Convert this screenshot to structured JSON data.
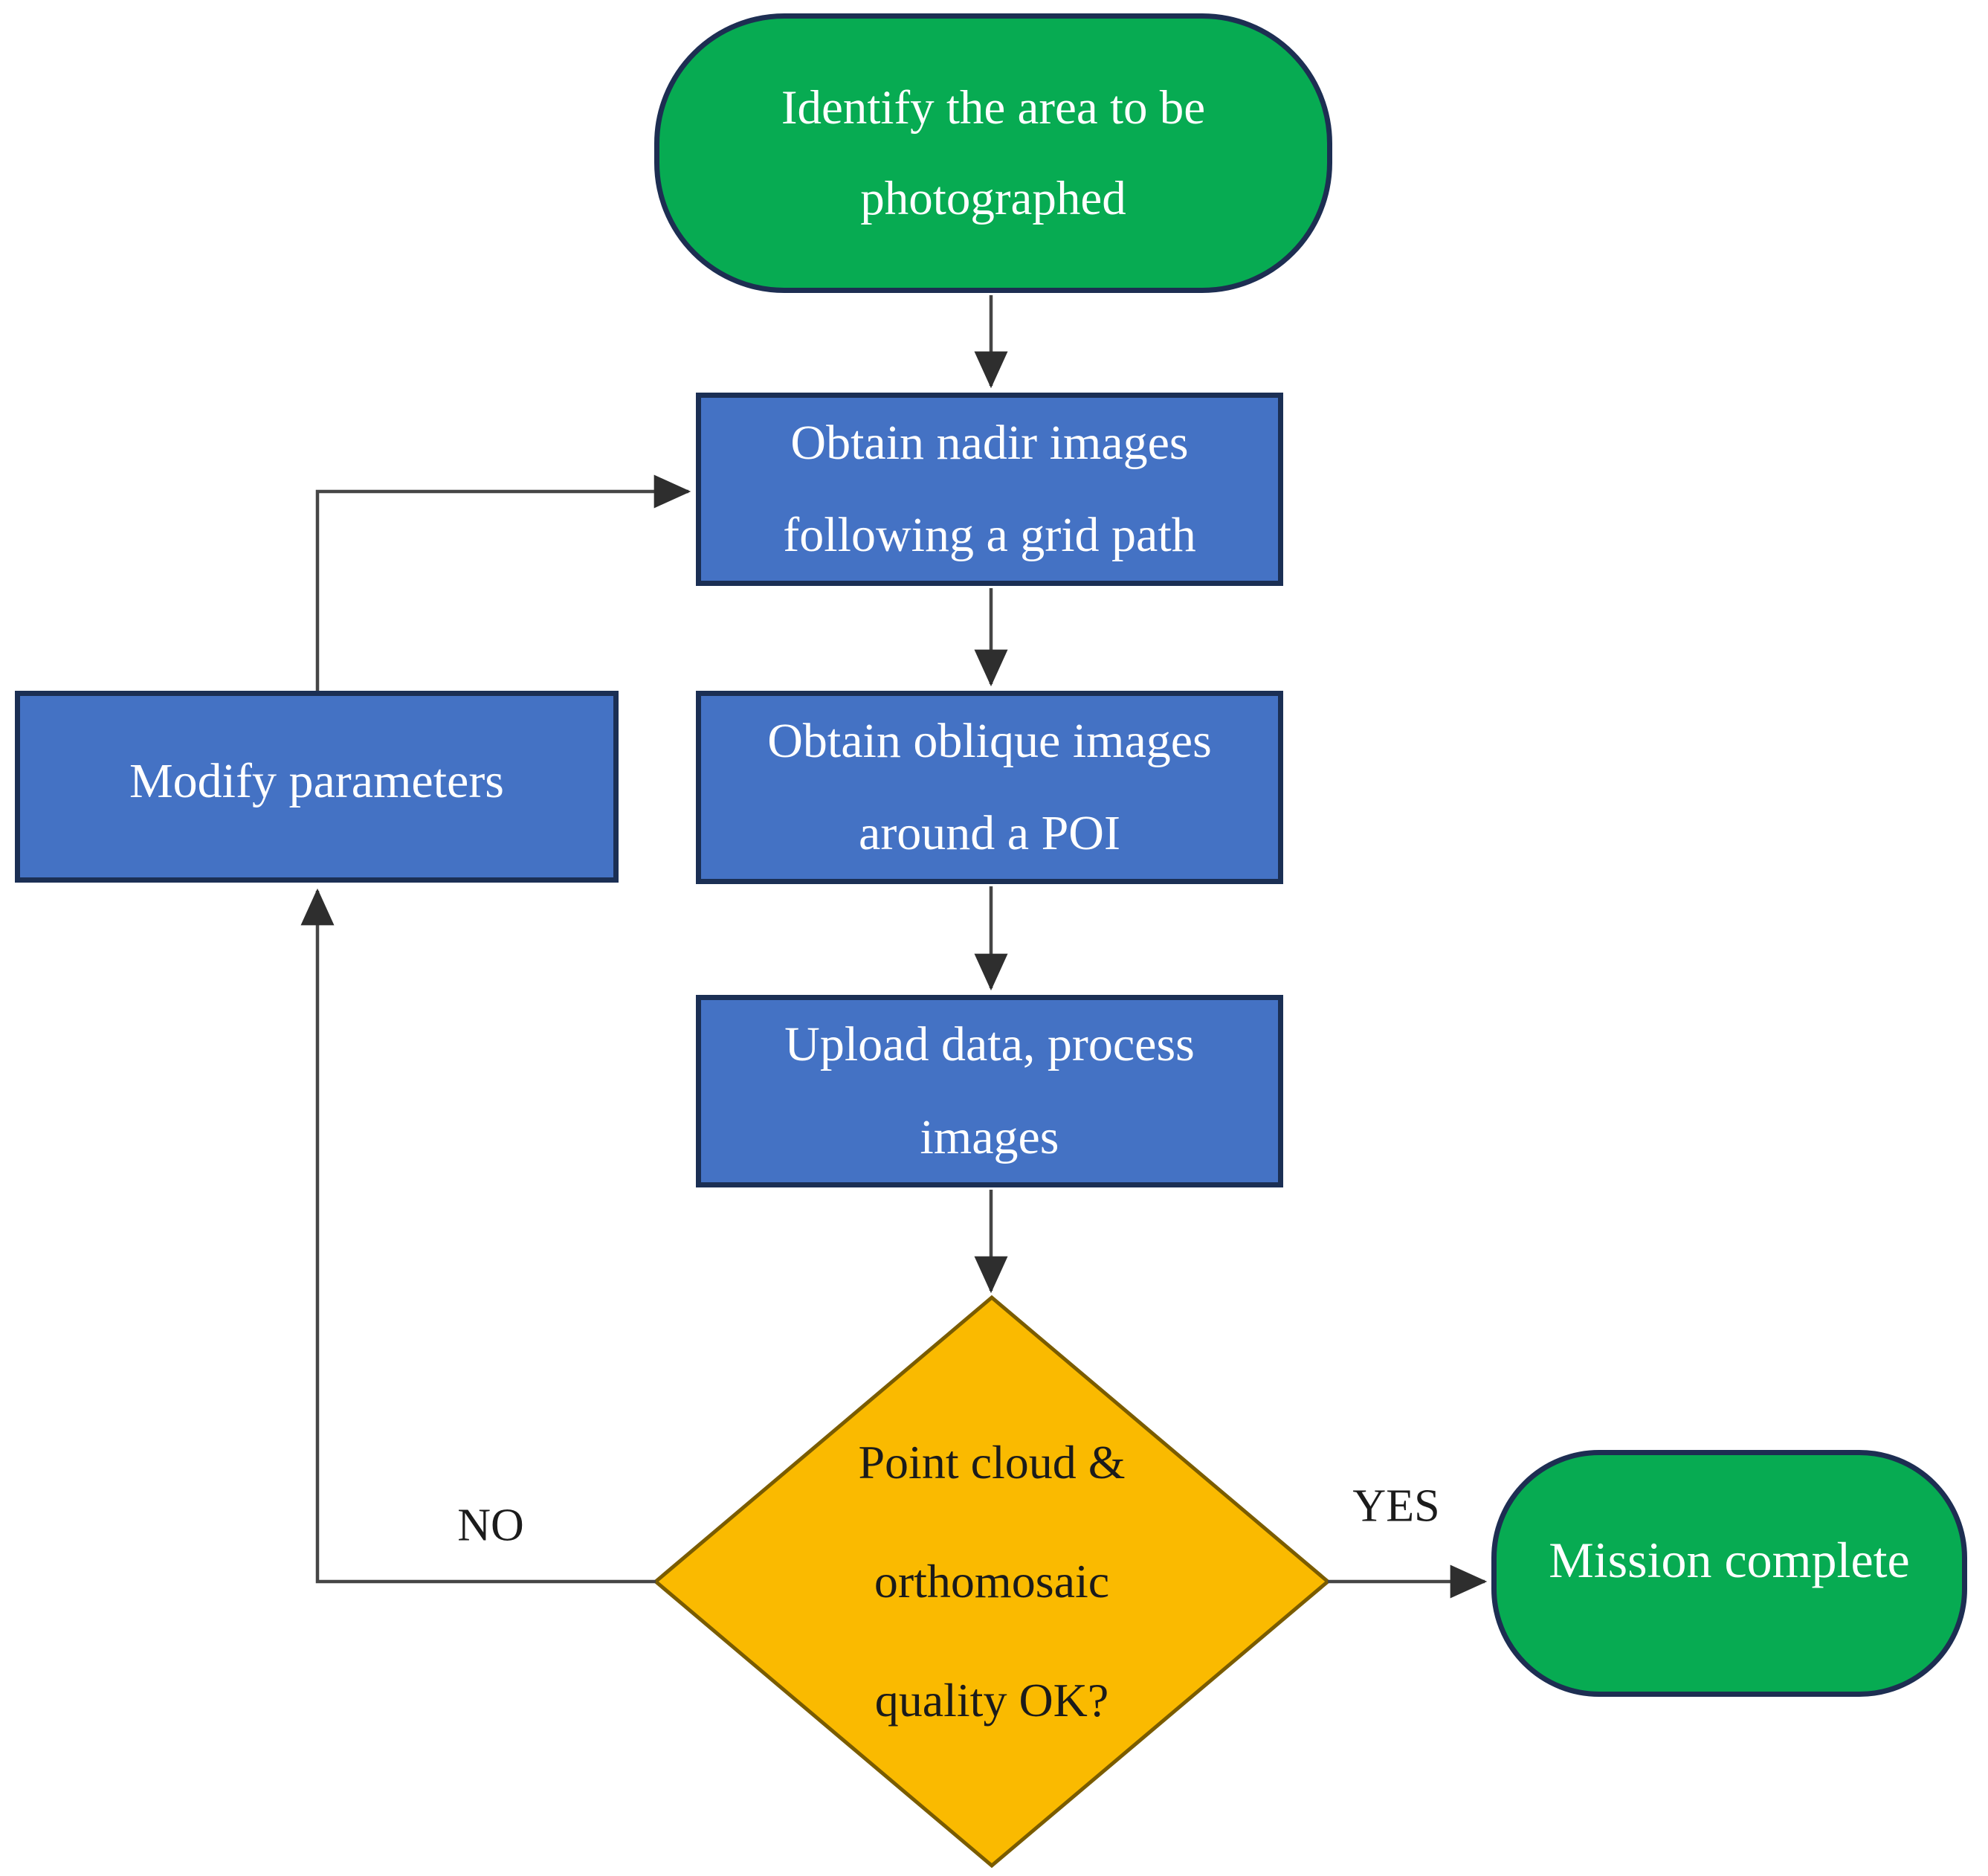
{
  "flowchart": {
    "start": {
      "type": "terminator",
      "line1": "Identify the area to be",
      "line2": "photographed"
    },
    "nadir": {
      "type": "process",
      "line1": "Obtain nadir images",
      "line2": "following a grid path"
    },
    "oblique": {
      "type": "process",
      "line1": "Obtain oblique images",
      "line2": "around a POI"
    },
    "upload": {
      "type": "process",
      "line1": "Upload data, process",
      "line2": "images"
    },
    "modify": {
      "type": "process",
      "label": "Modify parameters"
    },
    "decision": {
      "type": "decision",
      "line1": "Point cloud &",
      "line2": "orthomosaic",
      "line3": "quality OK?"
    },
    "complete": {
      "type": "terminator",
      "label": "Mission complete"
    },
    "labels": {
      "no": "NO",
      "yes": "YES"
    },
    "edges": [
      {
        "from": "start",
        "to": "nadir",
        "label": ""
      },
      {
        "from": "nadir",
        "to": "oblique",
        "label": ""
      },
      {
        "from": "oblique",
        "to": "upload",
        "label": ""
      },
      {
        "from": "upload",
        "to": "decision",
        "label": ""
      },
      {
        "from": "decision",
        "to": "complete",
        "label": "YES"
      },
      {
        "from": "decision",
        "to": "modify",
        "label": "NO"
      },
      {
        "from": "modify",
        "to": "nadir",
        "label": ""
      }
    ]
  },
  "colors": {
    "terminator_fill": "#07AB52",
    "process_fill": "#4472C4",
    "decision_fill": "#FABA00",
    "node_border": "#1B2F54",
    "decision_border": "#7A5C00",
    "connector": "#464646",
    "text_light": "#FFFFFF",
    "text_dark": "#1B1B1B"
  }
}
